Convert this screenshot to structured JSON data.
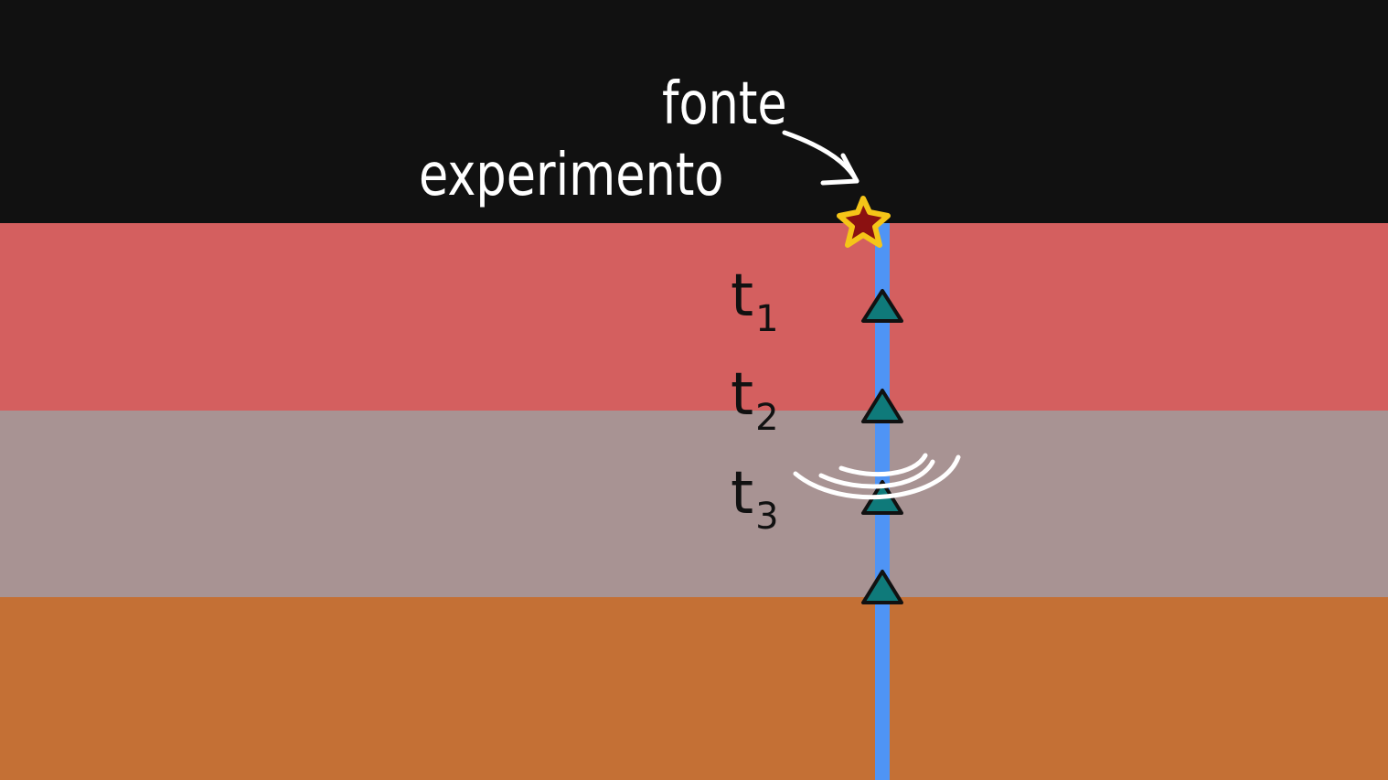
{
  "labels": {
    "source": "fonte",
    "experiment": "experimento",
    "t1": {
      "base": "t",
      "sub": "1"
    },
    "t2": {
      "base": "t",
      "sub": "2"
    },
    "t3": {
      "base": "t",
      "sub": "3"
    }
  },
  "colors": {
    "sky": "#111111",
    "layer1": "#d45f5f",
    "layer2": "#a89393",
    "layer3": "#c47035",
    "borehole": "#4f94f5",
    "receiver": "#0f7a7a",
    "star_fill": "#8b1111",
    "star_outline": "#f5c518",
    "annotation": "#ffffff"
  },
  "icons": {
    "source": "star-icon",
    "receiver": "triangle-icon",
    "wavefront": "wave-arcs",
    "pointer": "curved-arrow-icon"
  }
}
